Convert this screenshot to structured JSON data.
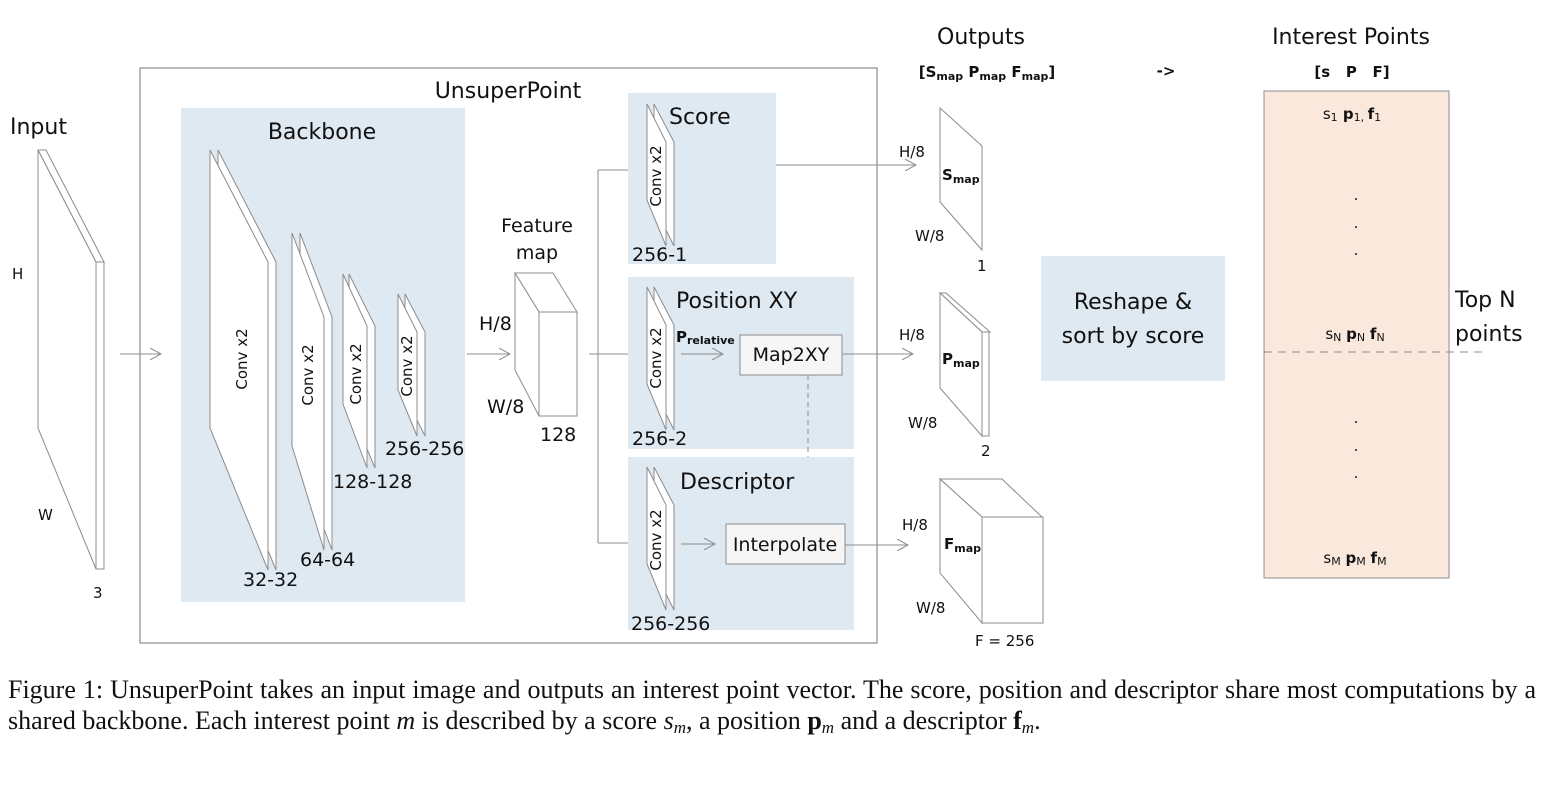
{
  "figure": {
    "input": {
      "title": "Input",
      "h": "H",
      "w": "W",
      "channels": "3"
    },
    "container_title": "UnsuperPoint",
    "backbone": {
      "title": "Backbone",
      "layers": [
        {
          "op": "Conv x2",
          "channels": "32-32"
        },
        {
          "op": "Conv x2",
          "channels": "64-64"
        },
        {
          "op": "Conv x2",
          "channels": "128-128"
        },
        {
          "op": "Conv x2",
          "channels": "256-256"
        }
      ]
    },
    "feature_map": {
      "title_line1": "Feature",
      "title_line2": "map",
      "h": "H/8",
      "w": "W/8",
      "channels": "128"
    },
    "heads": {
      "score": {
        "title": "Score",
        "op": "Conv x2",
        "channels": "256-1"
      },
      "position": {
        "title": "Position XY",
        "op": "Conv x2",
        "channels": "256-2",
        "intermediate": "P",
        "intermediate_sub": "relative",
        "block": "Map2XY"
      },
      "descriptor": {
        "title": "Descriptor",
        "op": "Conv x2",
        "channels": "256-256",
        "block": "Interpolate"
      }
    },
    "outputs": {
      "title": "Outputs",
      "vector": {
        "open": "[",
        "s": "S",
        "p": "P",
        "f": "F",
        "sub": "map",
        "close": "]"
      },
      "arrow_text": "->",
      "maps": [
        {
          "name": "S",
          "sub": "map",
          "h": "H/8",
          "w": "W/8",
          "depth": "1"
        },
        {
          "name": "P",
          "sub": "map",
          "h": "H/8",
          "w": "W/8",
          "depth": "2"
        },
        {
          "name": "F",
          "sub": "map",
          "h": "H/8",
          "w": "W/8",
          "depth": "F = 256"
        }
      ]
    },
    "reshape": {
      "line1": "Reshape &",
      "line2": "sort by score"
    },
    "interest_points": {
      "title": "Interest Points",
      "header": "[s   P   F]",
      "rows": [
        {
          "s": "s",
          "p": "p",
          "f": "f",
          "sub": "1"
        },
        {
          "s": "s",
          "p": "p",
          "f": "f",
          "sub": "N"
        },
        {
          "s": "s",
          "p": "p",
          "f": "f",
          "sub": "M"
        }
      ],
      "topn_line1": "Top N",
      "topn_line2": "points",
      "ellipsis": "."
    },
    "colors": {
      "block_fill": "#dfe9f2",
      "points_fill": "#fae8dd",
      "line": "#8c8c8c"
    }
  },
  "caption": {
    "label": "Figure 1:",
    "text1": " UnsuperPoint takes an input image and outputs an interest point vector. The score, position and descriptor share most computations by a shared backbone. Each interest point ",
    "m": "m",
    "text2": " is described by a score ",
    "s": "s",
    "text3": ", a position ",
    "p": "p",
    "text4": " and a descriptor ",
    "f": "f",
    "text5": "."
  }
}
